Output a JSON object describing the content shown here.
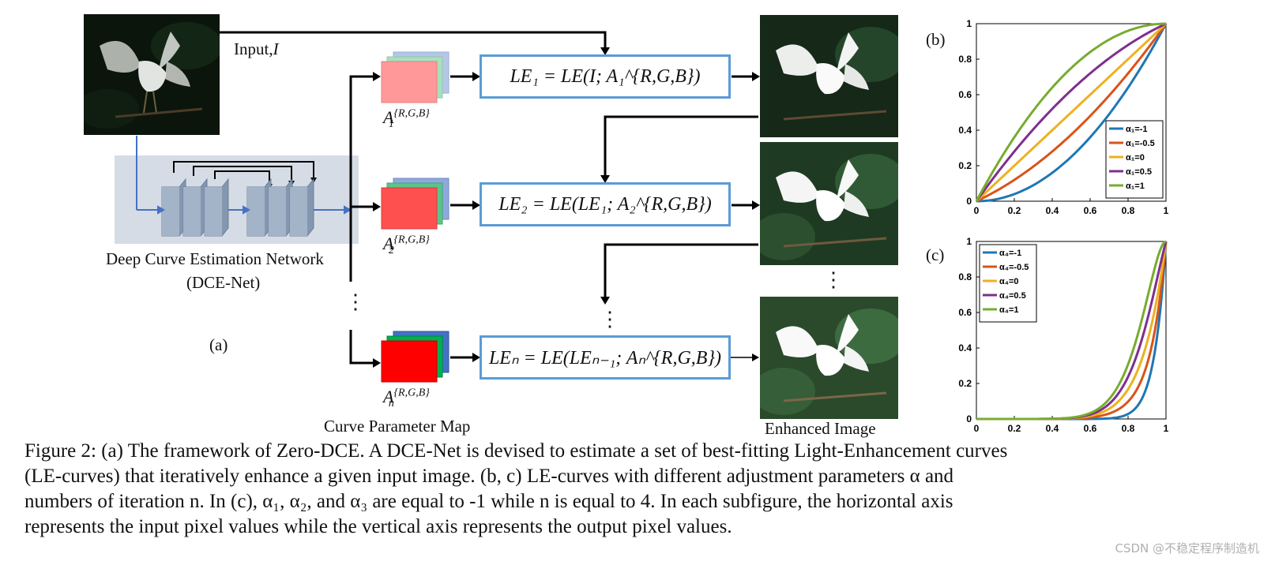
{
  "panel_a": {
    "input_label": "Input,",
    "input_symbol": "I",
    "network_title": "Deep Curve Estimation Network",
    "network_abbr": "(DCE-Net)",
    "panel_tag": "(a)",
    "vertical_ellipsis": "⋮",
    "curve_param_label": "Curve Parameter Map",
    "enhanced_label": "Enhanced Image",
    "params": [
      {
        "base": "A",
        "sup": "{R,G,B}",
        "sub": "1"
      },
      {
        "base": "A",
        "sup": "{R,G,B}",
        "sub": "2"
      },
      {
        "base": "A",
        "sup": "{R,G,B}",
        "sub": "n"
      }
    ],
    "le_equations": [
      "LE₁ = LE(I; A₁^{R,G,B})",
      "LE₂ = LE(LE₁; A₂^{R,G,B})",
      "LEₙ = LE(LEₙ₋₁; Aₙ^{R,G,B})"
    ]
  },
  "colors": {
    "le_box_border": "#5b9bd5",
    "arrow": "#000000",
    "dce_bg": "#d6dce5",
    "layer": "#8497b0",
    "blue_arrow": "#4472c4"
  },
  "chart_data": [
    {
      "panel": "(b)",
      "type": "line",
      "xlim": [
        0,
        1
      ],
      "ylim": [
        0,
        1
      ],
      "xticks": [
        "0",
        "0.2",
        "0.4",
        "0.6",
        "0.8",
        "1"
      ],
      "yticks": [
        "0",
        "0.2",
        "0.4",
        "0.6",
        "0.8",
        "1"
      ],
      "legend_position": "bottom-right",
      "iterations": 1,
      "series": [
        {
          "name": "α₁=-1",
          "alpha": -1,
          "color": "#1f77b4"
        },
        {
          "name": "α₁=-0.5",
          "alpha": -0.5,
          "color": "#d95319"
        },
        {
          "name": "α₁=0",
          "alpha": 0,
          "color": "#edb120"
        },
        {
          "name": "α₁=0.5",
          "alpha": 0.5,
          "color": "#7e2f8e"
        },
        {
          "name": "α₁=1",
          "alpha": 1,
          "color": "#77ac30"
        }
      ]
    },
    {
      "panel": "(c)",
      "type": "line",
      "xlim": [
        0,
        1
      ],
      "ylim": [
        0,
        1
      ],
      "xticks": [
        "0",
        "0.2",
        "0.4",
        "0.6",
        "0.8",
        "1"
      ],
      "yticks": [
        "0",
        "0.2",
        "0.4",
        "0.6",
        "0.8",
        "1"
      ],
      "legend_position": "top-left",
      "iterations": 4,
      "fixed_alpha": -1,
      "series": [
        {
          "name": "α₄=-1",
          "alpha": -1,
          "color": "#1f77b4"
        },
        {
          "name": "α₄=-0.5",
          "alpha": -0.5,
          "color": "#d95319"
        },
        {
          "name": "α₄=0",
          "alpha": 0,
          "color": "#edb120"
        },
        {
          "name": "α₄=0.5",
          "alpha": 0.5,
          "color": "#7e2f8e"
        },
        {
          "name": "α₄=1",
          "alpha": 1,
          "color": "#77ac30"
        }
      ]
    }
  ],
  "caption": {
    "lines": [
      "Figure 2: (a) The framework of Zero-DCE. A DCE-Net is devised to estimate a set of best-fitting Light-Enhancement curves",
      "(LE-curves) that iteratively enhance a given input image.  (b, c) LE-curves with different adjustment parameters α and",
      "numbers of iteration n.  In (c), α₁, α₂, and α₃ are equal to -1 while n is equal to 4.  In each subfigure, the horizontal axis",
      "represents the input pixel values while the vertical axis represents the output pixel values."
    ]
  },
  "watermark": "CSDN @不稳定程序制造机"
}
